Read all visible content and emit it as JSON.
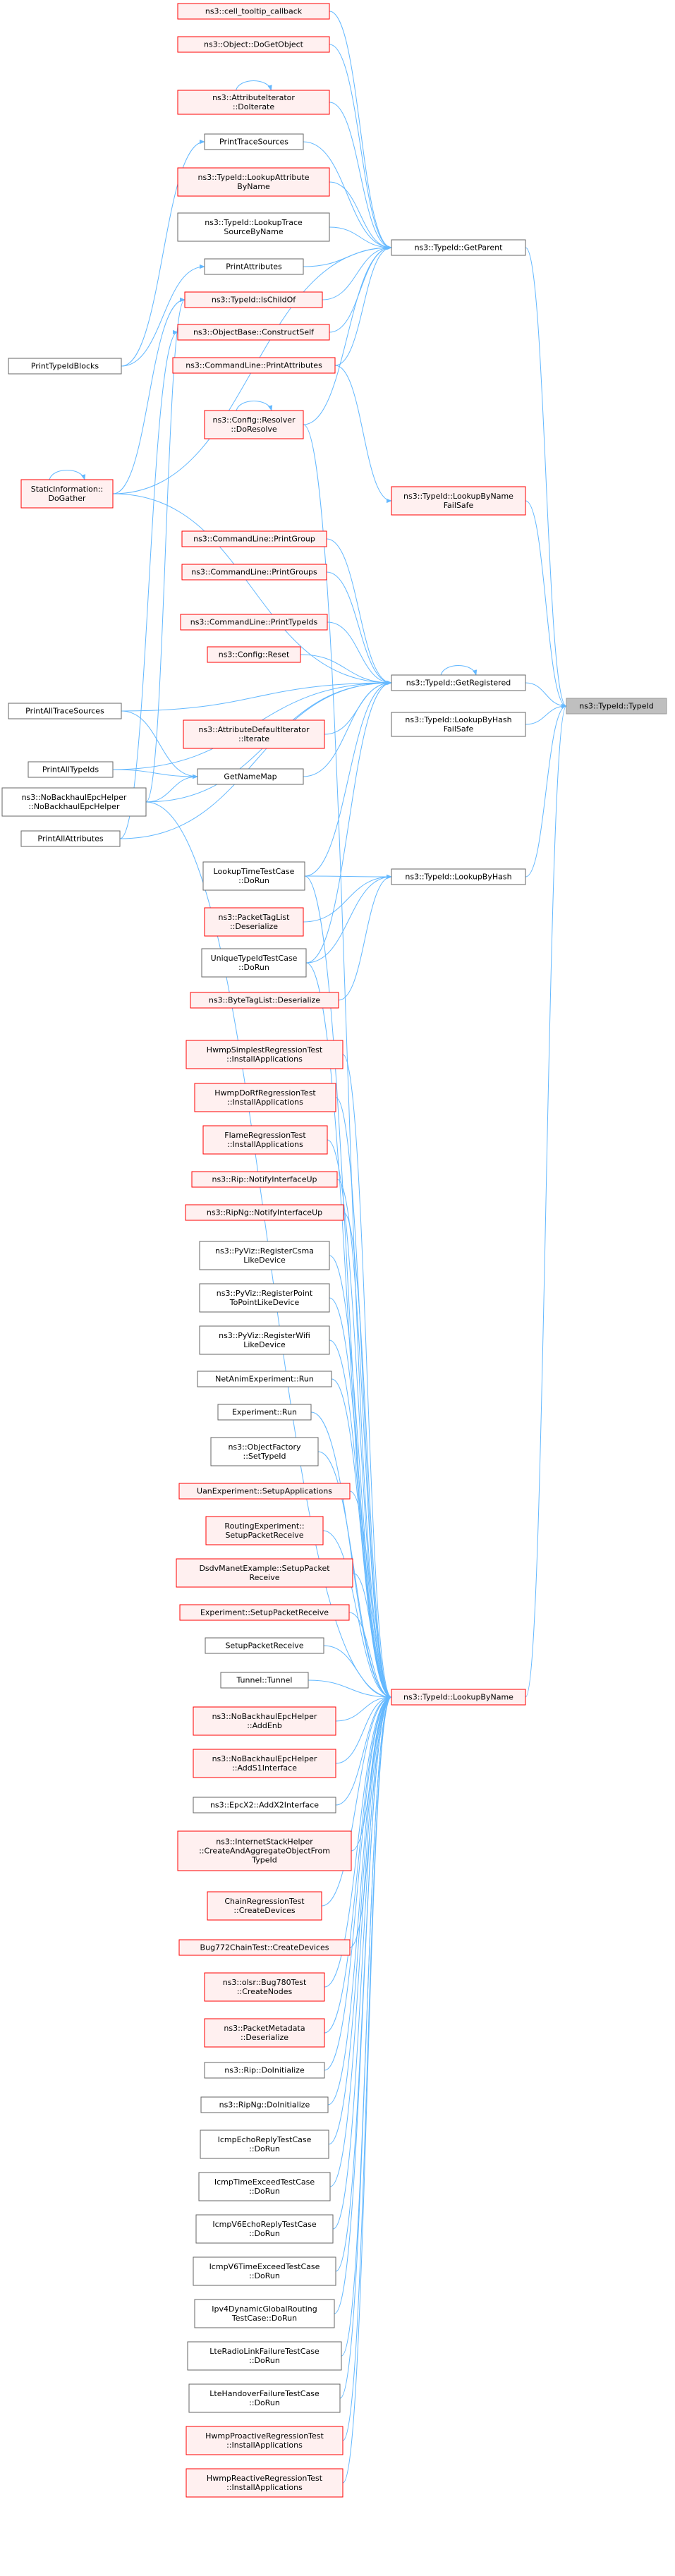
{
  "colors": {
    "edge": "#63b8ff",
    "border_red": "#ff0000",
    "border_gray": "#666666",
    "fill_default": "#ffffff",
    "fill_red": "#fff0f0",
    "fill_target": "#bfbfbf",
    "border_target": "#999999"
  },
  "nodes": [
    {
      "id": "typeid",
      "lines": [
        "ns3::TypeId::TypeId"
      ],
      "style": "target"
    },
    {
      "id": "getparent",
      "lines": [
        "ns3::TypeId::GetParent"
      ],
      "style": "gray"
    },
    {
      "id": "getregistered",
      "lines": [
        "ns3::TypeId::GetRegistered"
      ],
      "style": "gray"
    },
    {
      "id": "lookupbyhashfs",
      "lines": [
        "ns3::TypeId::LookupByHash",
        "FailSafe"
      ],
      "style": "gray"
    },
    {
      "id": "lookupbyhash",
      "lines": [
        "ns3::TypeId::LookupByHash"
      ],
      "style": "gray"
    },
    {
      "id": "lookupbyname",
      "lines": [
        "ns3::TypeId::LookupByName"
      ],
      "style": "red"
    },
    {
      "id": "lookupbynamefs",
      "lines": [
        "ns3::TypeId::LookupByName",
        "FailSafe"
      ],
      "style": "red"
    },
    {
      "id": "cell_tooltip",
      "lines": [
        "ns3::cell_tooltip_callback"
      ],
      "style": "red"
    },
    {
      "id": "dogetobject",
      "lines": [
        "ns3::Object::DoGetObject"
      ],
      "style": "red"
    },
    {
      "id": "attriter",
      "lines": [
        "ns3::AttributeIterator",
        "::DoIterate"
      ],
      "style": "red"
    },
    {
      "id": "printtracesrc",
      "lines": [
        "PrintTraceSources"
      ],
      "style": "gray"
    },
    {
      "id": "lookupattr",
      "lines": [
        "ns3::TypeId::LookupAttribute",
        "ByName"
      ],
      "style": "red"
    },
    {
      "id": "lookuptrace",
      "lines": [
        "ns3::TypeId::LookupTrace",
        "SourceByName"
      ],
      "style": "gray"
    },
    {
      "id": "printattrs",
      "lines": [
        "PrintAttributes"
      ],
      "style": "gray"
    },
    {
      "id": "ischildof",
      "lines": [
        "ns3::TypeId::IsChildOf"
      ],
      "style": "red"
    },
    {
      "id": "printtypeidblocks",
      "lines": [
        "PrintTypeIdBlocks"
      ],
      "style": "gray"
    },
    {
      "id": "constructself",
      "lines": [
        "ns3::ObjectBase::ConstructSelf"
      ],
      "style": "red"
    },
    {
      "id": "clprintattrs",
      "lines": [
        "ns3::CommandLine::PrintAttributes"
      ],
      "style": "red"
    },
    {
      "id": "resolver",
      "lines": [
        "ns3::Config::Resolver",
        "::DoResolve"
      ],
      "style": "red"
    },
    {
      "id": "staticinfo",
      "lines": [
        "StaticInformation::",
        "DoGather"
      ],
      "style": "red"
    },
    {
      "id": "clprintgroup",
      "lines": [
        "ns3::CommandLine::PrintGroup"
      ],
      "style": "red"
    },
    {
      "id": "clprintgroups",
      "lines": [
        "ns3::CommandLine::PrintGroups"
      ],
      "style": "red"
    },
    {
      "id": "clprinttypeids",
      "lines": [
        "ns3::CommandLine::PrintTypeIds"
      ],
      "style": "red"
    },
    {
      "id": "configreset",
      "lines": [
        "ns3::Config::Reset"
      ],
      "style": "red"
    },
    {
      "id": "printalltracesrc",
      "lines": [
        "PrintAllTraceSources"
      ],
      "style": "gray"
    },
    {
      "id": "attrdefiter",
      "lines": [
        "ns3::AttributeDefaultIterator",
        "::Iterate"
      ],
      "style": "red"
    },
    {
      "id": "printalltypeids",
      "lines": [
        "PrintAllTypeIds"
      ],
      "style": "gray"
    },
    {
      "id": "getnamemap",
      "lines": [
        "GetNameMap"
      ],
      "style": "gray"
    },
    {
      "id": "nobackhaulctor",
      "lines": [
        "ns3::NoBackhaulEpcHelper",
        "::NoBackhaulEpcHelper"
      ],
      "style": "gray"
    },
    {
      "id": "printallattrs",
      "lines": [
        "PrintAllAttributes"
      ],
      "style": "gray"
    },
    {
      "id": "lookuptimetc",
      "lines": [
        "LookupTimeTestCase",
        "::DoRun"
      ],
      "style": "gray"
    },
    {
      "id": "packettaglist",
      "lines": [
        "ns3::PacketTagList",
        "::Deserialize"
      ],
      "style": "red"
    },
    {
      "id": "uniquetypeidtc",
      "lines": [
        "UniqueTypeIdTestCase",
        "::DoRun"
      ],
      "style": "gray"
    },
    {
      "id": "bytetaglist",
      "lines": [
        "ns3::ByteTagList::Deserialize"
      ],
      "style": "red"
    },
    {
      "id": "hwmpsimplest",
      "lines": [
        "HwmpSimplestRegressionTest",
        "::InstallApplications"
      ],
      "style": "red"
    },
    {
      "id": "hwmpdorf",
      "lines": [
        "HwmpDoRfRegressionTest",
        "::InstallApplications"
      ],
      "style": "red"
    },
    {
      "id": "flame",
      "lines": [
        "FlameRegressionTest",
        "::InstallApplications"
      ],
      "style": "red"
    },
    {
      "id": "ripnotify",
      "lines": [
        "ns3::Rip::NotifyInterfaceUp"
      ],
      "style": "red"
    },
    {
      "id": "ripngnotify",
      "lines": [
        "ns3::RipNg::NotifyInterfaceUp"
      ],
      "style": "red"
    },
    {
      "id": "pyvizcsma",
      "lines": [
        "ns3::PyViz::RegisterCsma",
        "LikeDevice"
      ],
      "style": "gray"
    },
    {
      "id": "pyvizp2p",
      "lines": [
        "ns3::PyViz::RegisterPoint",
        "ToPointLikeDevice"
      ],
      "style": "gray"
    },
    {
      "id": "pyvizwifi",
      "lines": [
        "ns3::PyViz::RegisterWifi",
        "LikeDevice"
      ],
      "style": "gray"
    },
    {
      "id": "netanim",
      "lines": [
        "NetAnimExperiment::Run"
      ],
      "style": "gray"
    },
    {
      "id": "experimentrun",
      "lines": [
        "Experiment::Run"
      ],
      "style": "gray"
    },
    {
      "id": "objfactory",
      "lines": [
        "ns3::ObjectFactory",
        "::SetTypeId"
      ],
      "style": "gray"
    },
    {
      "id": "uanexp",
      "lines": [
        "UanExperiment::SetupApplications"
      ],
      "style": "red"
    },
    {
      "id": "routingexp",
      "lines": [
        "RoutingExperiment::",
        "SetupPacketReceive"
      ],
      "style": "red"
    },
    {
      "id": "dsdvmanet",
      "lines": [
        "DsdvManetExample::SetupPacket",
        "Receive"
      ],
      "style": "red"
    },
    {
      "id": "expsetuppr",
      "lines": [
        "Experiment::SetupPacketReceive"
      ],
      "style": "red"
    },
    {
      "id": "setuppr",
      "lines": [
        "SetupPacketReceive"
      ],
      "style": "gray"
    },
    {
      "id": "tunnel",
      "lines": [
        "Tunnel::Tunnel"
      ],
      "style": "gray"
    },
    {
      "id": "addenb",
      "lines": [
        "ns3::NoBackhaulEpcHelper",
        "::AddEnb"
      ],
      "style": "red"
    },
    {
      "id": "adds1",
      "lines": [
        "ns3::NoBackhaulEpcHelper",
        "::AddS1Interface"
      ],
      "style": "red"
    },
    {
      "id": "addx2",
      "lines": [
        "ns3::EpcX2::AddX2Interface"
      ],
      "style": "gray"
    },
    {
      "id": "internetstack",
      "lines": [
        "ns3::InternetStackHelper",
        "::CreateAndAggregateObjectFrom",
        "TypeId"
      ],
      "style": "red"
    },
    {
      "id": "chainreg",
      "lines": [
        "ChainRegressionTest",
        "::CreateDevices"
      ],
      "style": "red"
    },
    {
      "id": "bug772",
      "lines": [
        "Bug772ChainTest::CreateDevices"
      ],
      "style": "red"
    },
    {
      "id": "olsrbug780",
      "lines": [
        "ns3::olsr::Bug780Test",
        "::CreateNodes"
      ],
      "style": "red"
    },
    {
      "id": "packetmeta",
      "lines": [
        "ns3::PacketMetadata",
        "::Deserialize"
      ],
      "style": "red"
    },
    {
      "id": "ripdoinit",
      "lines": [
        "ns3::Rip::DoInitialize"
      ],
      "style": "gray"
    },
    {
      "id": "ripngdoinit",
      "lines": [
        "ns3::RipNg::DoInitialize"
      ],
      "style": "gray"
    },
    {
      "id": "icmpecho",
      "lines": [
        "IcmpEchoReplyTestCase",
        "::DoRun"
      ],
      "style": "gray"
    },
    {
      "id": "icmptimeex",
      "lines": [
        "IcmpTimeExceedTestCase",
        "::DoRun"
      ],
      "style": "gray"
    },
    {
      "id": "icmpv6echo",
      "lines": [
        "IcmpV6EchoReplyTestCase",
        "::DoRun"
      ],
      "style": "gray"
    },
    {
      "id": "icmpv6timeex",
      "lines": [
        "IcmpV6TimeExceedTestCase",
        "::DoRun"
      ],
      "style": "gray"
    },
    {
      "id": "ipv4dyn",
      "lines": [
        "Ipv4DynamicGlobalRouting",
        "TestCase::DoRun"
      ],
      "style": "gray"
    },
    {
      "id": "lteradiolink",
      "lines": [
        "LteRadioLinkFailureTestCase",
        "::DoRun"
      ],
      "style": "gray"
    },
    {
      "id": "ltehandover",
      "lines": [
        "LteHandoverFailureTestCase",
        "::DoRun"
      ],
      "style": "gray"
    },
    {
      "id": "hwmpproactive",
      "lines": [
        "HwmpProactiveRegressionTest",
        "::InstallApplications"
      ],
      "style": "red"
    },
    {
      "id": "hwmpreactive",
      "lines": [
        "HwmpReactiveRegressionTest",
        "::InstallApplications"
      ],
      "style": "red"
    }
  ],
  "edges": [
    [
      "getparent",
      "typeid"
    ],
    [
      "getregistered",
      "typeid"
    ],
    [
      "lookupbyhashfs",
      "typeid"
    ],
    [
      "lookupbyhash",
      "typeid"
    ],
    [
      "lookupbyname",
      "typeid"
    ],
    [
      "lookupbynamefs",
      "typeid"
    ],
    [
      "cell_tooltip",
      "getparent"
    ],
    [
      "dogetobject",
      "getparent"
    ],
    [
      "attriter",
      "getparent"
    ],
    [
      "printtracesrc",
      "getparent"
    ],
    [
      "lookupattr",
      "getparent"
    ],
    [
      "lookuptrace",
      "getparent"
    ],
    [
      "printattrs",
      "getparent"
    ],
    [
      "ischildof",
      "getparent"
    ],
    [
      "constructself",
      "getparent"
    ],
    [
      "clprintattrs",
      "getparent"
    ],
    [
      "resolver",
      "getparent"
    ],
    [
      "staticinfo",
      "getparent"
    ],
    [
      "attriter",
      "attriter"
    ],
    [
      "resolver",
      "resolver"
    ],
    [
      "staticinfo",
      "staticinfo"
    ],
    [
      "printtypeidblocks",
      "printtracesrc"
    ],
    [
      "printtypeidblocks",
      "printattrs"
    ],
    [
      "staticinfo",
      "ischildof"
    ],
    [
      "nobackhaulctor",
      "ischildof"
    ],
    [
      "printallattrs",
      "constructself"
    ],
    [
      "clprintattrs",
      "lookupbynamefs"
    ],
    [
      "staticinfo",
      "getregistered"
    ],
    [
      "clprintgroup",
      "getregistered"
    ],
    [
      "clprintgroups",
      "getregistered"
    ],
    [
      "clprinttypeids",
      "getregistered"
    ],
    [
      "configreset",
      "getregistered"
    ],
    [
      "printalltracesrc",
      "getregistered"
    ],
    [
      "attrdefiter",
      "getregistered"
    ],
    [
      "printalltypeids",
      "getregistered"
    ],
    [
      "getnamemap",
      "getregistered"
    ],
    [
      "nobackhaulctor",
      "getregistered"
    ],
    [
      "printallattrs",
      "getregistered"
    ],
    [
      "lookuptimetc",
      "getregistered"
    ],
    [
      "uniquetypeidtc",
      "getregistered"
    ],
    [
      "getregistered",
      "getregistered"
    ],
    [
      "printalltracesrc",
      "getnamemap"
    ],
    [
      "printalltypeids",
      "getnamemap"
    ],
    [
      "nobackhaulctor",
      "getnamemap"
    ],
    [
      "lookuptimetc",
      "lookupbyhash"
    ],
    [
      "packettaglist",
      "lookupbyhash"
    ],
    [
      "uniquetypeidtc",
      "lookupbyhash"
    ],
    [
      "bytetaglist",
      "lookupbyhash"
    ],
    [
      "resolver",
      "lookupbyname"
    ],
    [
      "nobackhaulctor",
      "lookupbyname"
    ],
    [
      "lookuptimetc",
      "lookupbyname"
    ],
    [
      "uniquetypeidtc",
      "lookupbyname"
    ],
    [
      "hwmpsimplest",
      "lookupbyname"
    ],
    [
      "hwmpdorf",
      "lookupbyname"
    ],
    [
      "flame",
      "lookupbyname"
    ],
    [
      "ripnotify",
      "lookupbyname"
    ],
    [
      "ripngnotify",
      "lookupbyname"
    ],
    [
      "pyvizcsma",
      "lookupbyname"
    ],
    [
      "pyvizp2p",
      "lookupbyname"
    ],
    [
      "pyvizwifi",
      "lookupbyname"
    ],
    [
      "netanim",
      "lookupbyname"
    ],
    [
      "experimentrun",
      "lookupbyname"
    ],
    [
      "objfactory",
      "lookupbyname"
    ],
    [
      "uanexp",
      "lookupbyname"
    ],
    [
      "routingexp",
      "lookupbyname"
    ],
    [
      "dsdvmanet",
      "lookupbyname"
    ],
    [
      "expsetuppr",
      "lookupbyname"
    ],
    [
      "setuppr",
      "lookupbyname"
    ],
    [
      "tunnel",
      "lookupbyname"
    ],
    [
      "addenb",
      "lookupbyname"
    ],
    [
      "adds1",
      "lookupbyname"
    ],
    [
      "addx2",
      "lookupbyname"
    ],
    [
      "internetstack",
      "lookupbyname"
    ],
    [
      "chainreg",
      "lookupbyname"
    ],
    [
      "bug772",
      "lookupbyname"
    ],
    [
      "olsrbug780",
      "lookupbyname"
    ],
    [
      "packetmeta",
      "lookupbyname"
    ],
    [
      "ripdoinit",
      "lookupbyname"
    ],
    [
      "ripngdoinit",
      "lookupbyname"
    ],
    [
      "icmpecho",
      "lookupbyname"
    ],
    [
      "icmptimeex",
      "lookupbyname"
    ],
    [
      "icmpv6echo",
      "lookupbyname"
    ],
    [
      "icmpv6timeex",
      "lookupbyname"
    ],
    [
      "ipv4dyn",
      "lookupbyname"
    ],
    [
      "lteradiolink",
      "lookupbyname"
    ],
    [
      "ltehandover",
      "lookupbyname"
    ],
    [
      "hwmpproactive",
      "lookupbyname"
    ],
    [
      "hwmpreactive",
      "lookupbyname"
    ]
  ]
}
